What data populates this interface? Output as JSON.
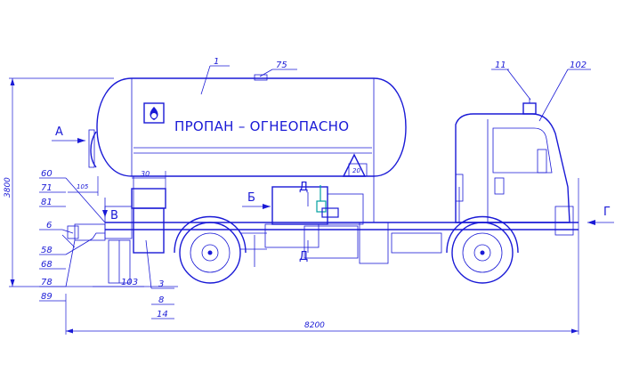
{
  "tank": {
    "inscription": "ПРОПАН – ОГНЕОПАСНО"
  },
  "callouts": {
    "c1": "1",
    "c75": "75",
    "c11": "11",
    "c102": "102",
    "c60": "60",
    "c71": "71",
    "c81": "81",
    "c6": "6",
    "c58": "58",
    "c68": "68",
    "c78": "78",
    "c89": "89",
    "c103": "103",
    "c3": "3",
    "c8": "8",
    "c14": "14"
  },
  "views": {
    "a": "А",
    "b": "Б",
    "v": "В",
    "g": "Г",
    "d1": "Д",
    "d2": "Д"
  },
  "dimensions": {
    "overall_length": "8200",
    "overall_height": "3800",
    "d105": "105",
    "d30": "30",
    "d20": "20"
  },
  "colors": {
    "line": "#1a1ad6",
    "accent": "#00a0a0",
    "background": "#ffffff"
  }
}
